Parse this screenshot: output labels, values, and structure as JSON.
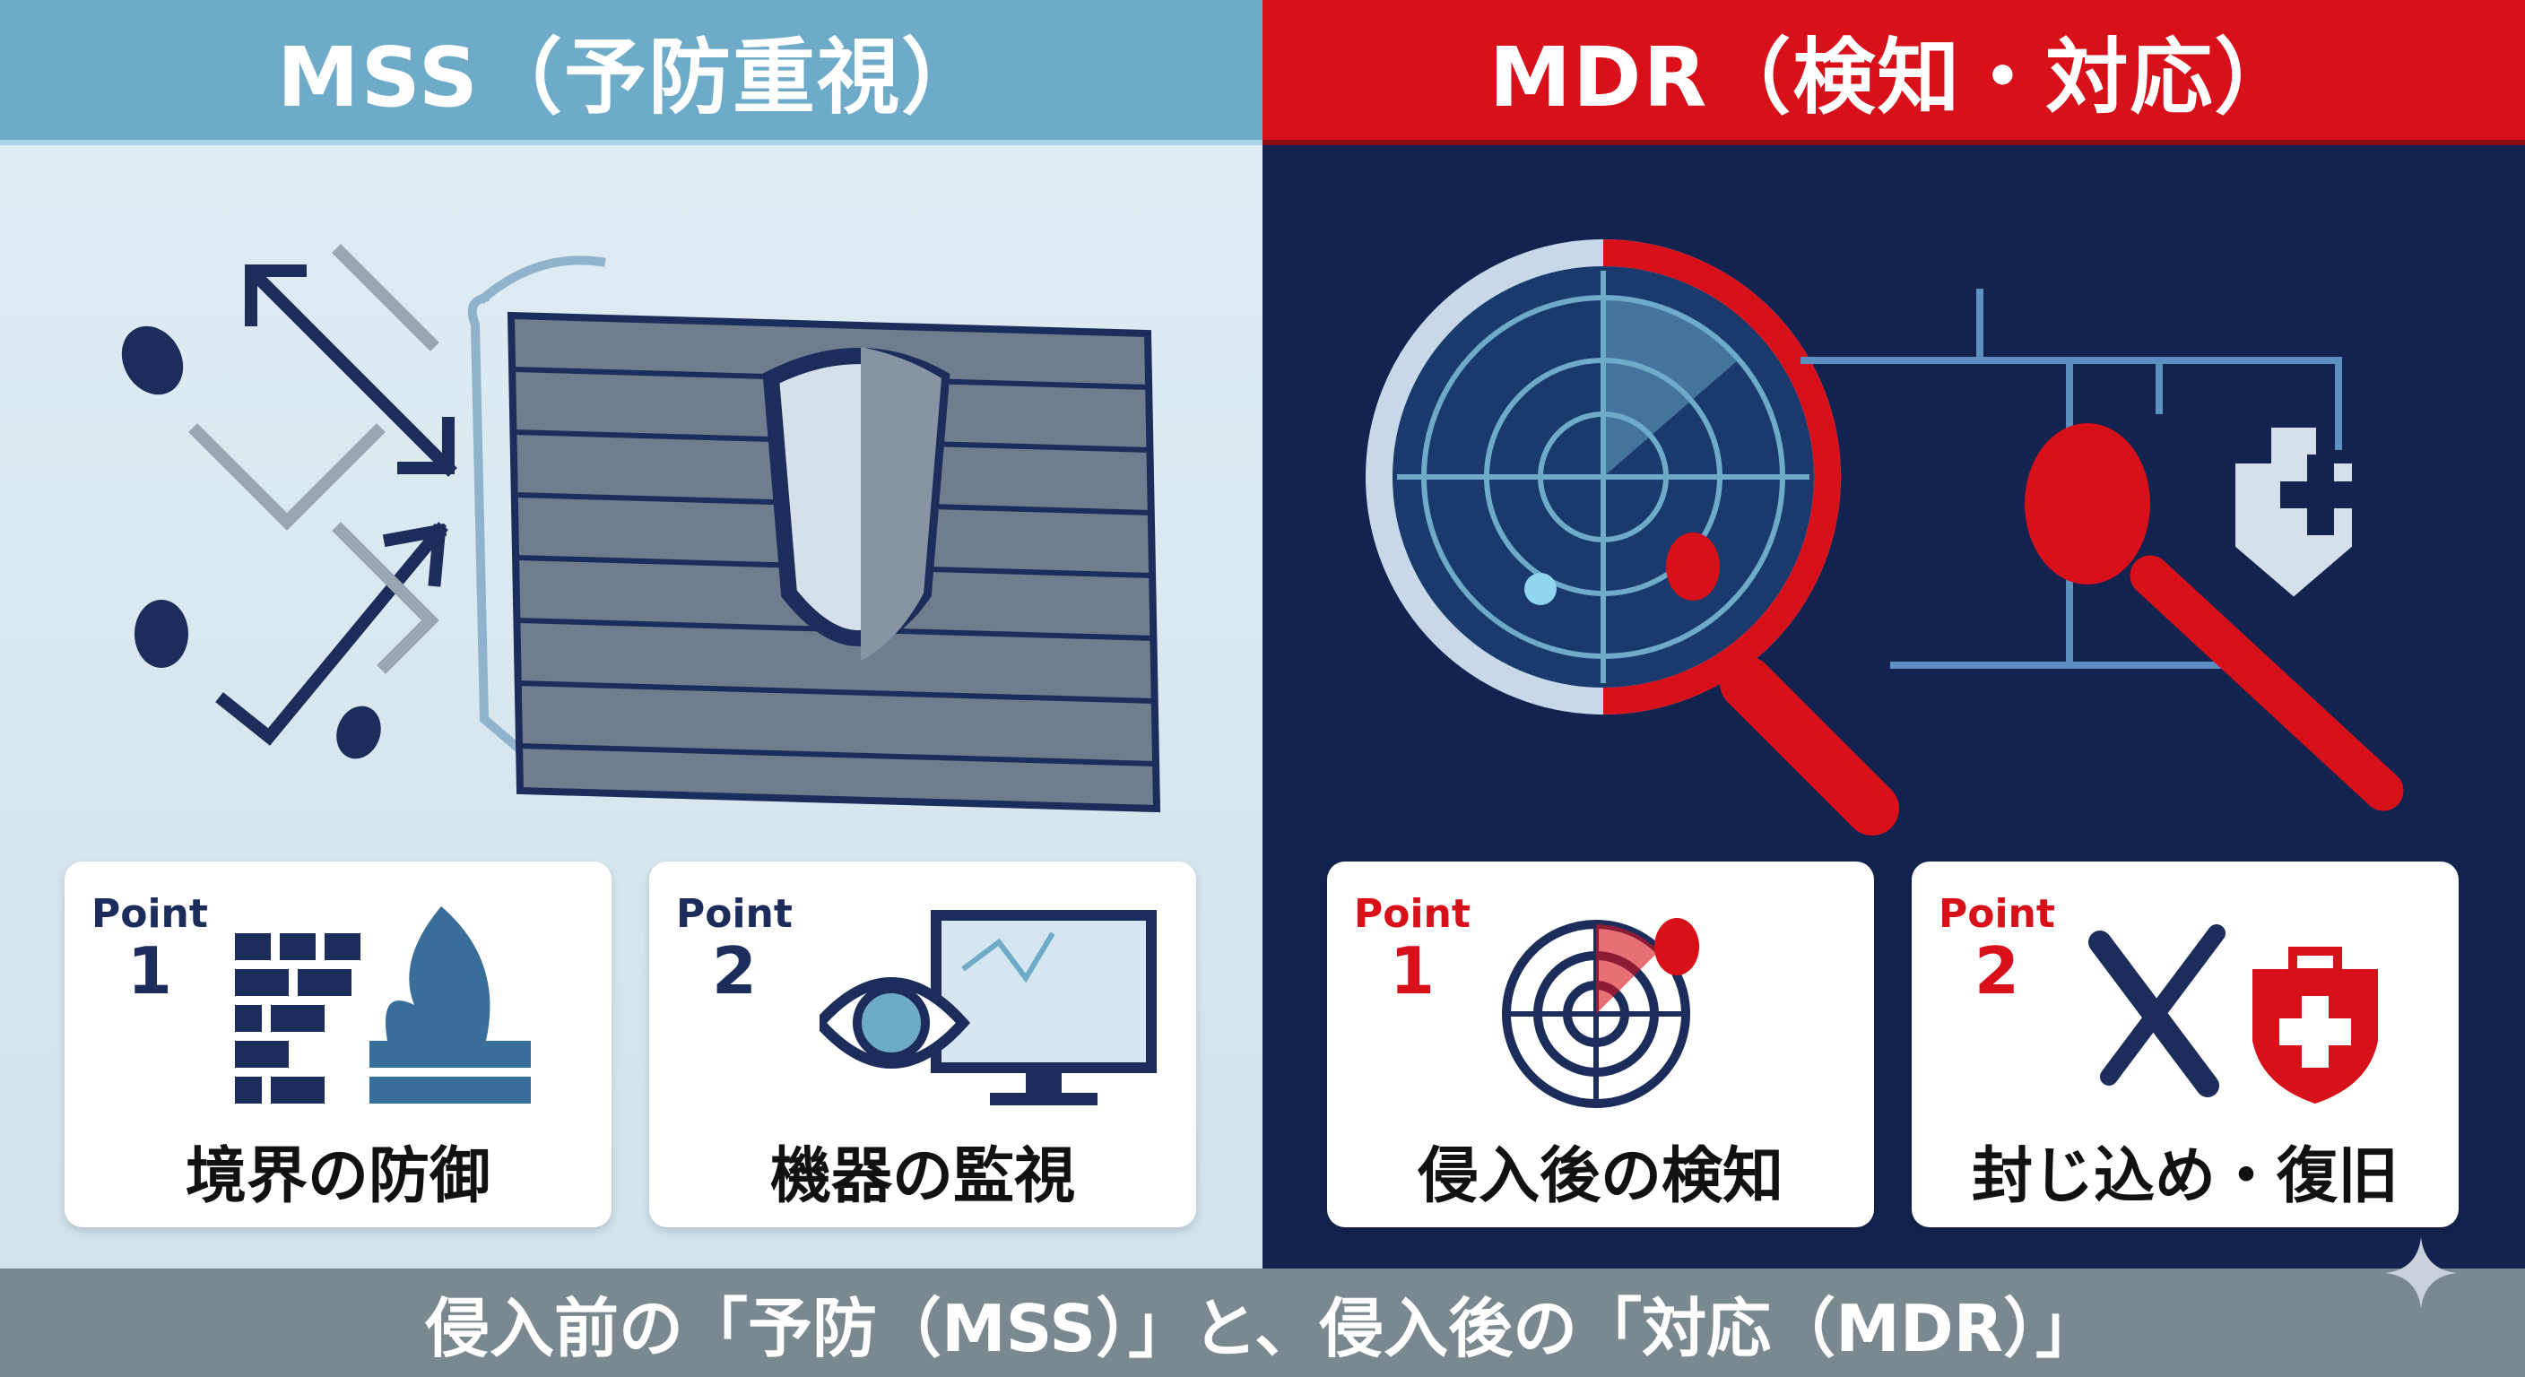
{
  "headers": {
    "left": "MSS（予防重視）",
    "right": "MDR（検知・対応）"
  },
  "cards": [
    {
      "point": "Point",
      "num": "1",
      "label": "境界の防御"
    },
    {
      "point": "Point",
      "num": "2",
      "label": "機器の監視"
    },
    {
      "point": "Point",
      "num": "1",
      "label": "侵入後の検知"
    },
    {
      "point": "Point",
      "num": "2",
      "label": "封じ込め・復旧"
    }
  ],
  "footer": "侵入前の「予防（MSS）」と、侵入後の「対応（MDR）」",
  "colors": {
    "mss": "#6eabc9",
    "mdr": "#d7101a",
    "navy": "#13234f",
    "footer": "#7a8890"
  }
}
